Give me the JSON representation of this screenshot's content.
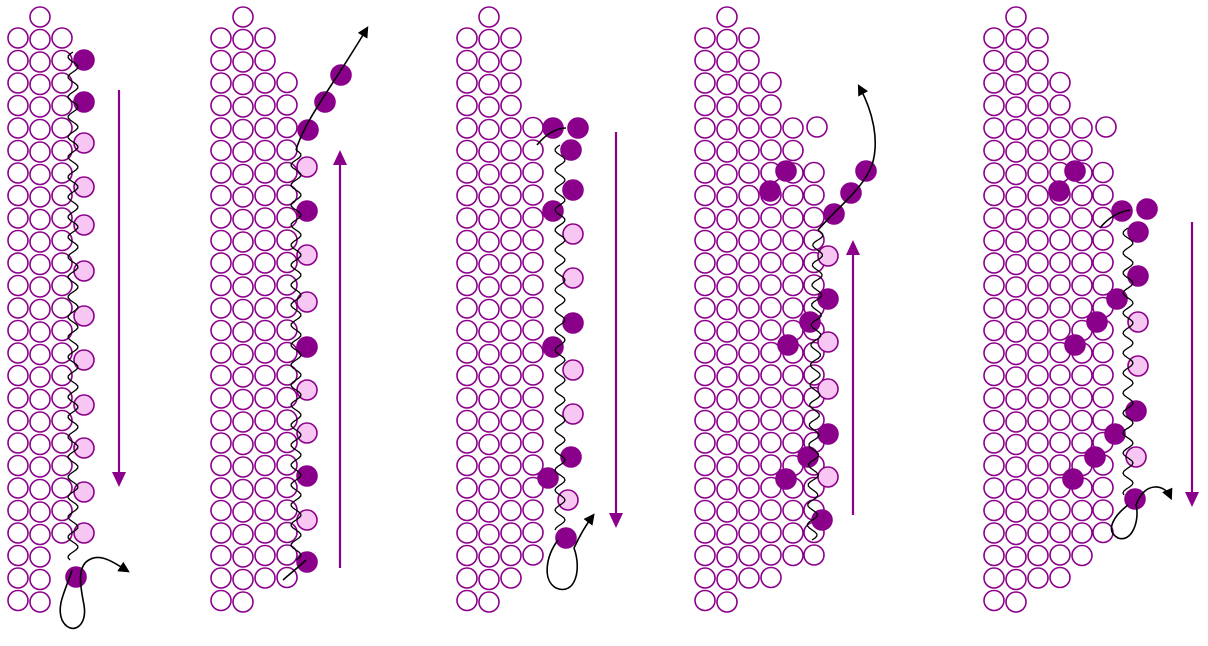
{
  "diagram": {
    "colors": {
      "outline": "#8b008b",
      "filled": "#8b008b",
      "light": "#f7c6f2",
      "thread": "#000000",
      "direction_arrow": "#8b008b"
    },
    "panels": [
      {
        "step": 1,
        "direction": "down"
      },
      {
        "step": 2,
        "direction": "up"
      },
      {
        "step": 3,
        "direction": "down"
      },
      {
        "step": 4,
        "direction": "up"
      },
      {
        "step": 5,
        "direction": "down"
      }
    ]
  }
}
